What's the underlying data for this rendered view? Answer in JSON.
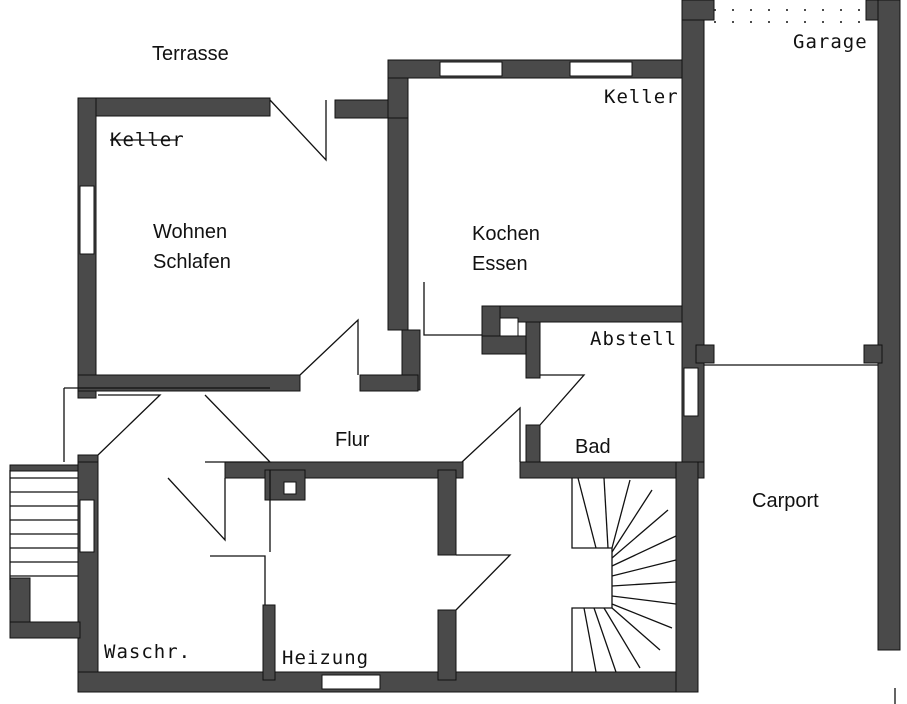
{
  "labels": {
    "terrasse": "Terrasse",
    "keller_left": "Keller",
    "wohnen": "Wohnen",
    "schlafen": "Schlafen",
    "keller_right": "Keller",
    "kochen": "Kochen",
    "essen": "Essen",
    "garage": "Garage",
    "abstell": "Abstell",
    "flur": "Flur",
    "bad": "Bad",
    "carport": "Carport",
    "waschr": "Waschr.",
    "heizung": "Heizung"
  },
  "colors": {
    "wall": "#4a4a4a",
    "line": "#111111",
    "background": "#ffffff"
  }
}
